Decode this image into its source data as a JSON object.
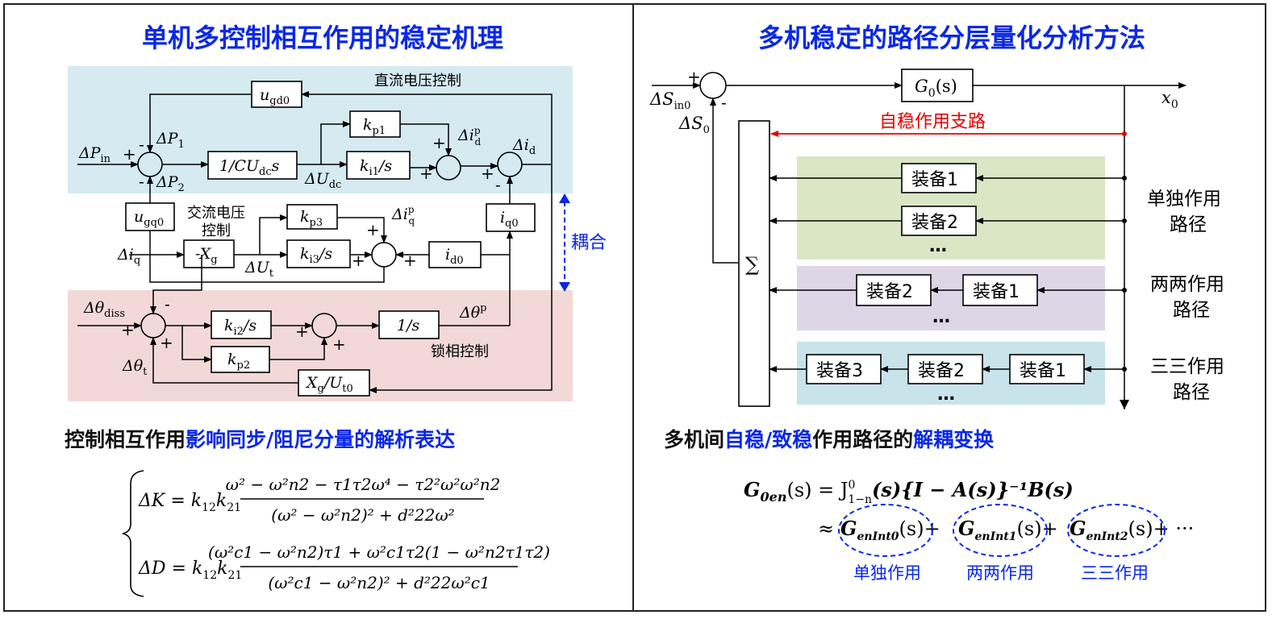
{
  "left": {
    "title": "单机多控制相互作用的稳定机理",
    "subtitle_black_1": "控制相互作用",
    "subtitle_blue": "影响同步/阻尼分量的解析表达",
    "labels": {
      "dc_voltage_control": "直流电压控制",
      "ac_voltage_control_1": "交流电压",
      "ac_voltage_control_2": "控制",
      "pll_control": "锁相控制",
      "coupling": "耦合"
    },
    "blocks": {
      "ugd0": "u",
      "ugd0_sub": "gd0",
      "cudc": "1/CU",
      "cudc_sub": "dc",
      "cudc_tail": "s",
      "kp1": "k",
      "kp1_sub": "p1",
      "ki1": "k",
      "ki1_sub": "i1",
      "ki1_tail": "/s",
      "ugq0": "u",
      "ugq0_sub": "gq0",
      "kp3": "k",
      "kp3_sub": "p3",
      "xg": "-X",
      "xg_sub": "g",
      "ki3": "k",
      "ki3_sub": "i3",
      "ki3_tail": "/s",
      "iq0": "i",
      "iq0_sub": "q0",
      "id0": "i",
      "id0_sub": "d0",
      "ki2": "k",
      "ki2_sub": "i2",
      "ki2_tail": "/s",
      "kp2": "k",
      "kp2_sub": "p2",
      "integ": "1/s",
      "xgut": "X",
      "xgut_sub": "g",
      "xgut_mid": "/U",
      "xgut_sub2": "t0"
    },
    "signals": {
      "dpin": "ΔP",
      "dpin_sub": "in",
      "dp1": "ΔP",
      "dp1_sub": "1",
      "dp2": "ΔP",
      "dp2_sub": "2",
      "dudc": "ΔU",
      "dudc_sub": "dc",
      "didp": "Δi",
      "didp_sub": "d",
      "didp_sup": "p",
      "did": "Δi",
      "did_sub": "d",
      "diqp": "Δi",
      "diqp_sub": "q",
      "diqp_sup": "p",
      "diq": "Δi",
      "diq_sub": "q",
      "dut": "ΔU",
      "dut_sub": "t",
      "dthdiss": "Δθ",
      "dthdiss_sub": "diss",
      "dthp": "Δθ",
      "dthp_sup": "p",
      "dtht": "Δθ",
      "dtht_sub": "t"
    },
    "formula": {
      "dk_lhs": "ΔK = k",
      "k12": "12",
      "k21": "21",
      "dk_num": "ω² − ω²n2 − τ1τ2ω⁴ − τ2²ω²ω²n2",
      "dk_den": "(ω² − ω²n2)² + d²22ω²",
      "dd_lhs": "ΔD = k",
      "dd_num": "(ω²c1 − ω²n2)τ1 + ω²c1τ2(1 − ω²n2τ1τ2)",
      "dd_den": "(ω²c1 − ω²n2)² + d²22ω²c1"
    }
  },
  "right": {
    "title": "多机稳定的路径分层量化分析方法",
    "subtitle_black_1": "多机间",
    "subtitle_blue_1": "自稳/致稳",
    "subtitle_black_2": "作用路径的",
    "subtitle_blue_2": "解耦变换",
    "labels": {
      "self_path": "自稳作用支路",
      "single_1": "单独作用",
      "single_2": "路径",
      "pair_1": "两两作用",
      "pair_2": "路径",
      "triple_1": "三三作用",
      "triple_2": "路径",
      "sigma": "∑",
      "g0": "G",
      "g0_sub": "0",
      "g0_tail": "(s)",
      "x0": "x",
      "x0_sub": "0",
      "dsin": "ΔS",
      "dsin_sub": "in0",
      "ds0": "ΔS",
      "ds0_sub": "0"
    },
    "devices": {
      "d1": "装备1",
      "d2": "装备2",
      "d3": "装备3",
      "ellipsis": "…"
    },
    "formula": {
      "line1_lhs": "G",
      "line1_lhs_sub": "0en",
      "line1_rest": "(s) = J",
      "j_sup": "0",
      "j_sub": "1−n",
      "line1_tail": "(s){I − A(s)}⁻¹B(s)",
      "approx": "≈",
      "g_int0": "G",
      "g_int0_sub": "enInt0",
      "g_int1": "G",
      "g_int1_sub": "enInt1",
      "g_int2": "G",
      "g_int2_sub": "enInt2",
      "of_s": "(s)",
      "plus": "+",
      "dots": "+ ···",
      "cap_single": "单独作用",
      "cap_pair": "两两作用",
      "cap_triple": "三三作用"
    }
  },
  "colors": {
    "title_blue": "#0a28e6",
    "bg_dc": "#d5ebf1",
    "bg_pll": "#f2d9d8",
    "bg_single": "#dbe6c5",
    "bg_pair": "#ddd6e6",
    "bg_triple": "#c8e3ea",
    "red": "#e60000",
    "coupling_blue": "#0a28e6"
  }
}
